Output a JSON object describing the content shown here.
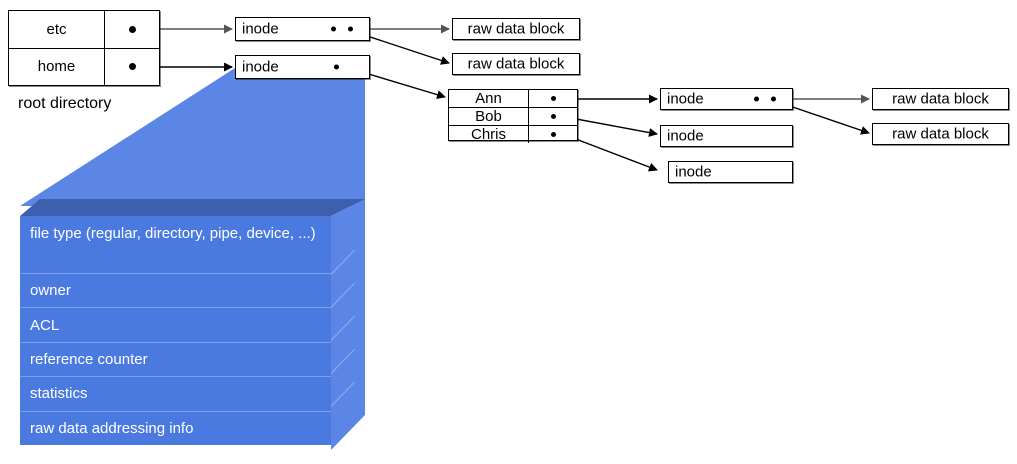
{
  "diagram": {
    "title": "unix-inode-filesystem-structure",
    "colors": {
      "box_fill": "#ffffff",
      "box_stroke": "#000000",
      "inode_panel_face": "#4a7ae0",
      "inode_panel_side": "#5b86e5",
      "inode_panel_top": "#3a5ba8",
      "callout_fill": "#5b86e5",
      "text": "#000000",
      "panel_text": "#ffffff"
    }
  },
  "root_directory": {
    "label": "root directory",
    "entries": [
      {
        "name": "etc",
        "pointer": "dot"
      },
      {
        "name": "home",
        "pointer": "dot"
      }
    ]
  },
  "home_directory": {
    "entries": [
      {
        "name": "Ann",
        "pointer": "dot"
      },
      {
        "name": "Bob",
        "pointer": "dot"
      },
      {
        "name": "Chris",
        "pointer": "dot"
      }
    ]
  },
  "inodes": {
    "etc": {
      "label": "inode",
      "pointers": 2
    },
    "home": {
      "label": "inode",
      "pointers": 1
    },
    "ann": {
      "label": "inode",
      "pointers": 2
    },
    "bob": {
      "label": "inode",
      "pointers": 0
    },
    "chris": {
      "label": "inode",
      "pointers": 0
    }
  },
  "data_blocks": {
    "etc_block_1": "raw data block",
    "etc_block_2": "raw data block",
    "ann_block_1": "raw data block",
    "ann_block_2": "raw data block"
  },
  "inode_detail": {
    "fields": [
      "file type (regular, directory, pipe, device, ...)",
      "owner",
      "ACL",
      "reference counter",
      "statistics",
      "raw data addressing info"
    ]
  }
}
